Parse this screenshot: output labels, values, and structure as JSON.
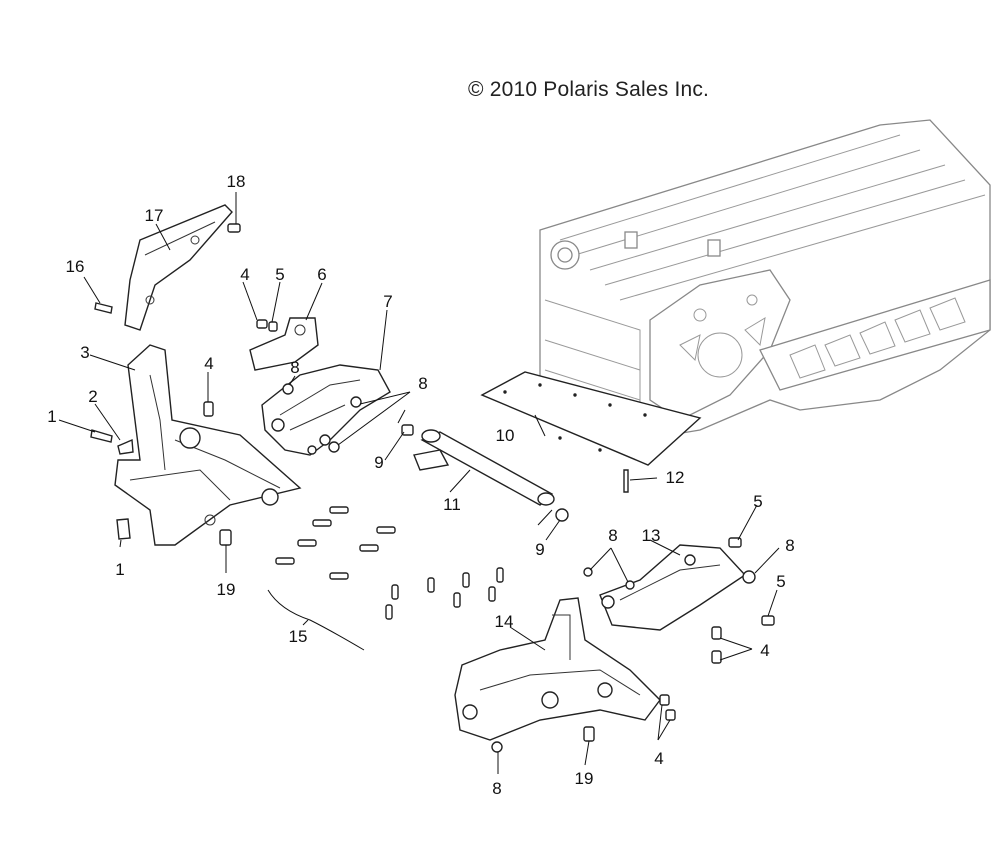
{
  "copyright": "© 2010 Polaris Sales Inc.",
  "callouts": {
    "c1a": "1",
    "c1b": "1",
    "c2": "2",
    "c3": "3",
    "c4a": "4",
    "c4b": "4",
    "c4c": "4",
    "c4d": "4",
    "c5a": "5",
    "c5b": "5",
    "c5c": "5",
    "c6": "6",
    "c7": "7",
    "c8a": "8",
    "c8b": "8",
    "c8c": "8",
    "c8d": "8",
    "c8e": "8",
    "c9a": "9",
    "c9b": "9",
    "c10": "10",
    "c11": "11",
    "c12": "12",
    "c13": "13",
    "c14": "14",
    "c15": "15",
    "c16": "16",
    "c17": "17",
    "c18": "18",
    "c19a": "19",
    "c19b": "19"
  }
}
